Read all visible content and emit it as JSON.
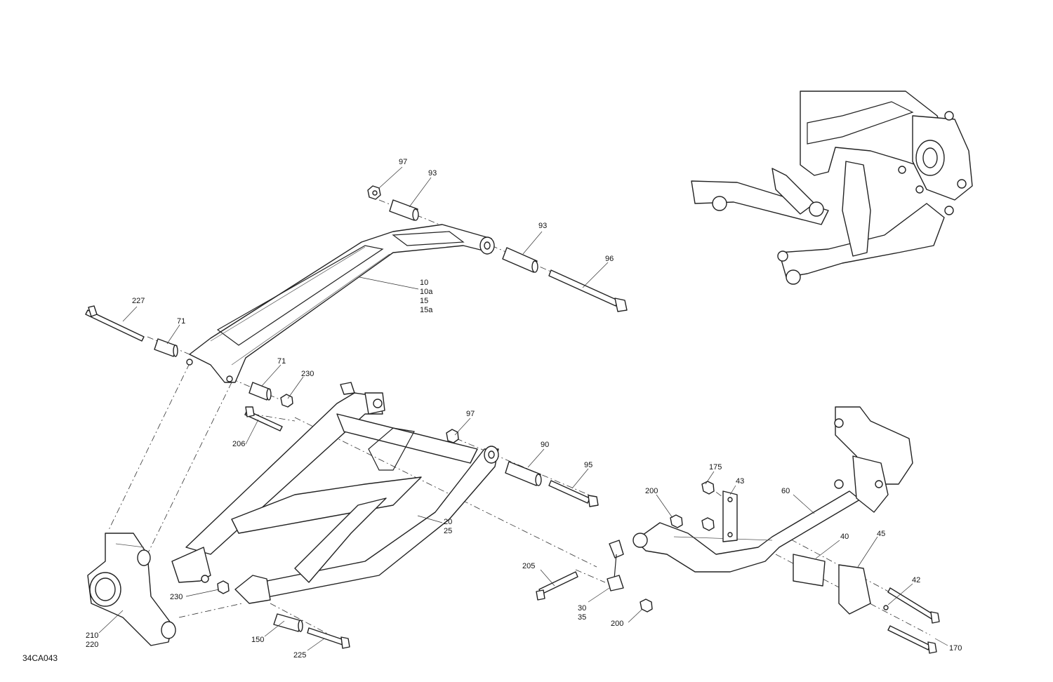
{
  "drawing_code": "34CA043",
  "callouts": [
    {
      "id": "c97a",
      "text": "97"
    },
    {
      "id": "c93a",
      "text": "93"
    },
    {
      "id": "c93b",
      "text": "93"
    },
    {
      "id": "c96",
      "text": "96"
    },
    {
      "id": "c10",
      "text": "10\n10a\n15\n15a"
    },
    {
      "id": "c227",
      "text": "227"
    },
    {
      "id": "c71a",
      "text": "71"
    },
    {
      "id": "c71b",
      "text": "71"
    },
    {
      "id": "c230a",
      "text": "230"
    },
    {
      "id": "c206",
      "text": "206"
    },
    {
      "id": "c97b",
      "text": "97"
    },
    {
      "id": "c90",
      "text": "90"
    },
    {
      "id": "c95",
      "text": "95"
    },
    {
      "id": "c20",
      "text": "20\n25"
    },
    {
      "id": "c230b",
      "text": "230"
    },
    {
      "id": "c210",
      "text": "210\n220"
    },
    {
      "id": "c150",
      "text": "150"
    },
    {
      "id": "c225",
      "text": "225"
    },
    {
      "id": "c175",
      "text": "175"
    },
    {
      "id": "c43",
      "text": "43"
    },
    {
      "id": "c200a",
      "text": "200"
    },
    {
      "id": "c60",
      "text": "60"
    },
    {
      "id": "c40",
      "text": "40"
    },
    {
      "id": "c45",
      "text": "45"
    },
    {
      "id": "c42",
      "text": "42"
    },
    {
      "id": "c205",
      "text": "205"
    },
    {
      "id": "c30",
      "text": "30\n35"
    },
    {
      "id": "c200b",
      "text": "200"
    },
    {
      "id": "c170",
      "text": "170"
    }
  ]
}
